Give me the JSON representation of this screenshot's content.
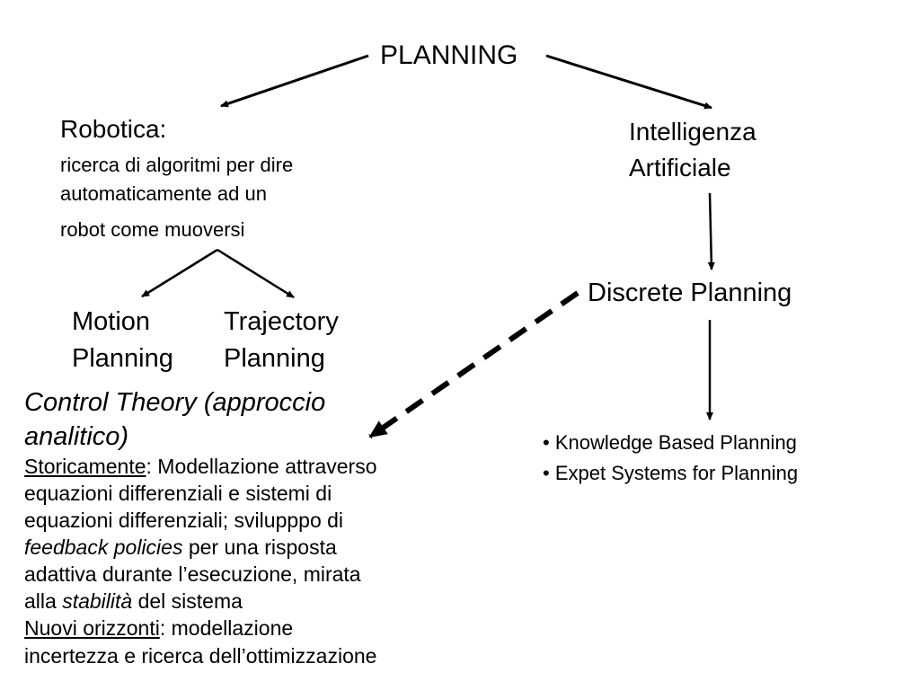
{
  "title": "PLANNING",
  "robotics": {
    "heading": "Robotica:",
    "line1": "ricerca di algoritmi per dire",
    "line2": "automaticamente ad un",
    "line3": "robot come muoversi"
  },
  "motion": {
    "line1": "Motion",
    "line2": "Planning"
  },
  "trajectory": {
    "line1": "Trajectory",
    "line2": "Planning"
  },
  "ai": {
    "line1": "Intelligenza",
    "line2": "Artificiale"
  },
  "discrete": "Discrete Planning",
  "bullets": [
    "Knowledge Based Planning",
    "Expet Systems for Planning"
  ],
  "control": {
    "title1": "Control Theory (approccio",
    "title2": "analitico)",
    "hist_label": "Storicamente",
    "hist_rest": ": Modellazione attraverso",
    "l2": "equazioni differenziali e sistemi di",
    "l3": "equazioni differenziali; svilupppo di",
    "l4_italic": "feedback policies",
    "l4_rest": " per una risposta",
    "l5": "adattiva durante l’esecuzione, mirata",
    "l6_pre": "alla ",
    "l6_italic": "stabilità",
    "l6_rest": " del sistema",
    "new_label": "Nuovi orizzonti",
    "new_rest": ": modellazione",
    "l8": "incertezza e ricerca dell’ottimizzazione"
  }
}
